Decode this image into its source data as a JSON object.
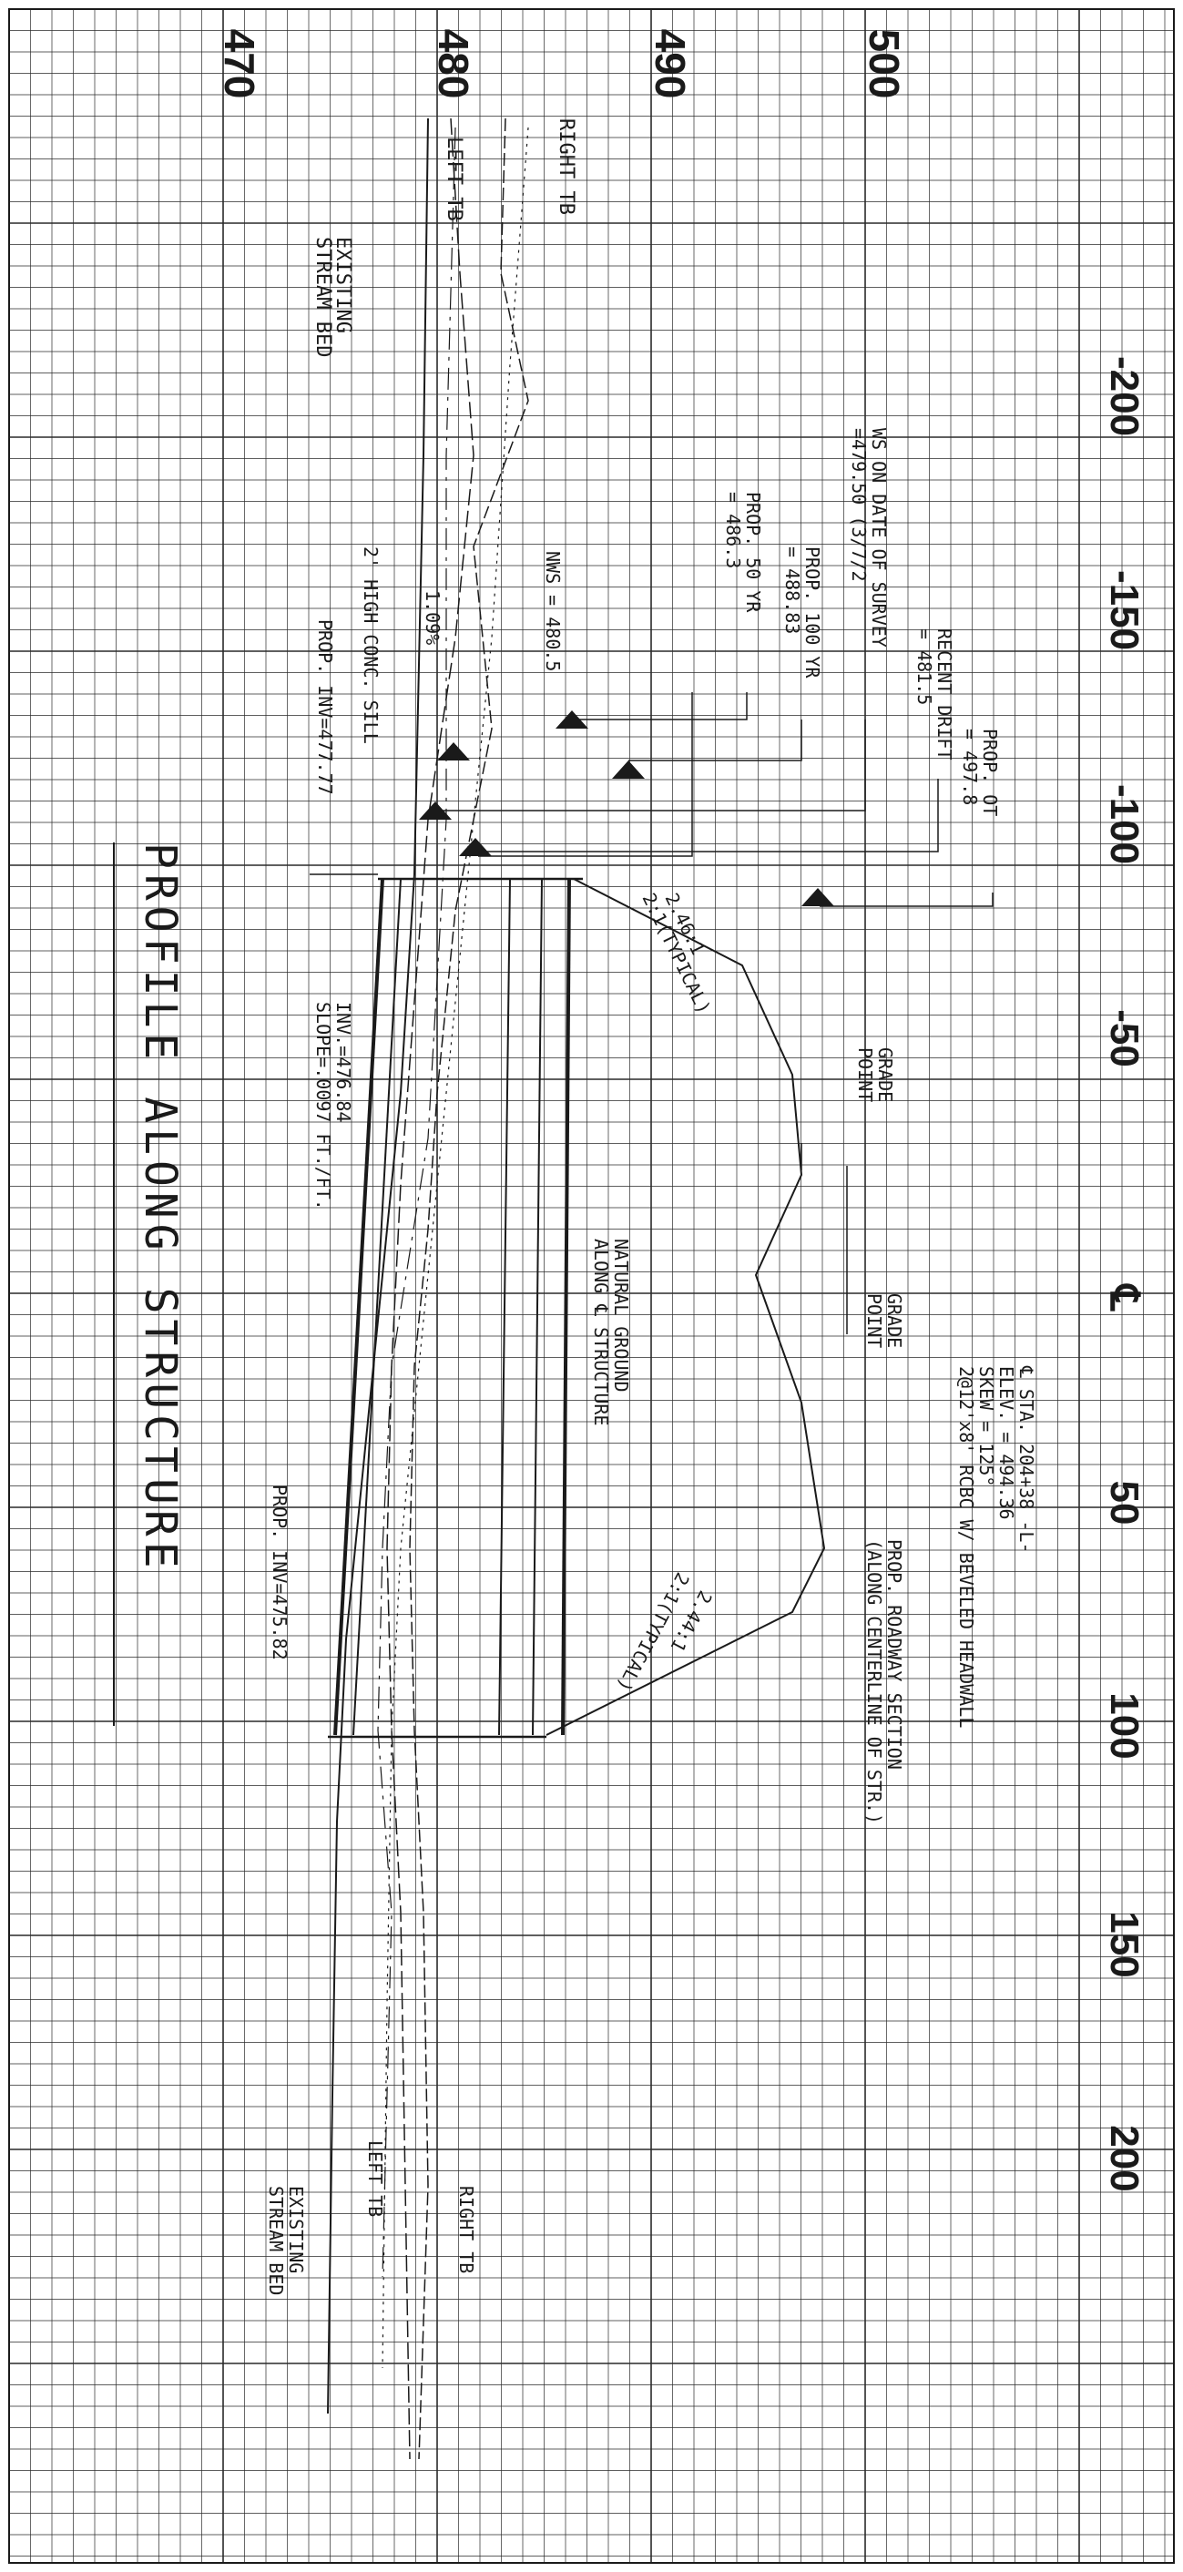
{
  "drawing": {
    "title": "PROFILE ALONG STRUCTURE",
    "elevation_labels": [
      "500",
      "490",
      "480",
      "470"
    ],
    "station_labels": [
      "-200",
      "-150",
      "-100",
      "-50",
      "℄",
      "50",
      "100",
      "150",
      "200"
    ],
    "notes": {
      "right_tb_top": "RIGHT TB",
      "left_tb_top": "LEFT TB",
      "existing_stream_bed_top": [
        "EXISTING",
        "STREAM BED"
      ],
      "prop_ot": [
        "PROP. OT",
        "= 497.8"
      ],
      "recent_drift": [
        "RECENT DRIFT",
        "= 481.5"
      ],
      "ws_on_date": [
        "WS ON DATE OF SURVEY",
        "=479.50 (3/7/2"
      ],
      "prop_100yr": [
        "PROP. 100 YR",
        "= 488.83"
      ],
      "prop_50yr": [
        "PROP. 50 YR",
        "= 486.3"
      ],
      "nws": "NWS = 480.5",
      "slope_pct": "1.09%",
      "conc_sill": "2' HIGH CONC. SILL",
      "prop_inv_upstream": "PROP. INV=477.77",
      "slope_typical_top": [
        "2.46:1",
        "2:1(TYPICAL)"
      ],
      "grade_point_1": [
        "GRADE",
        "POINT"
      ],
      "grade_point_2": [
        "GRADE",
        "POINT"
      ],
      "inv_slope": [
        "INV.=476.84",
        "SLOPE=.0097 FT./FT."
      ],
      "natural_ground": [
        "NATURAL GROUND",
        "ALONG ℄ STRUCTURE"
      ],
      "cl_info": [
        "℄ STA. 204+38 -L-",
        "ELEV. = 494.36",
        "SKEW = 125°",
        "2@12'x8' RCBC W/ BEVELED HEADWALL"
      ],
      "prop_roadway": [
        "PROP. ROADWAY SECTION",
        "(ALONG CENTERLINE OF STR.)"
      ],
      "slope_typical_bottom": [
        "2:1(TYPICAL)",
        "2.44:1"
      ],
      "prop_inv_downstream": "PROP. INV=475.82",
      "right_tb_bottom": "RIGHT TB",
      "left_tb_bottom": "LEFT TB",
      "existing_stream_bed_bottom": [
        "EXISTING",
        "STREAM BED"
      ]
    }
  }
}
